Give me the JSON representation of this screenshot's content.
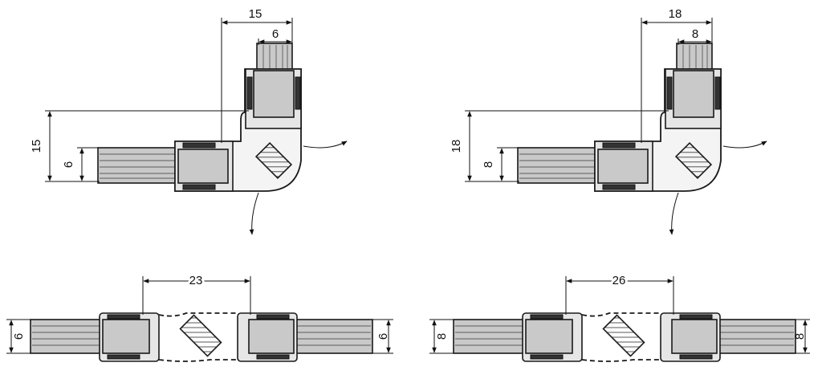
{
  "diagrams": [
    {
      "id": "corner-6",
      "width_label": "15",
      "gap_label": "6",
      "height_label": "15",
      "thick_label": "6"
    },
    {
      "id": "corner-8",
      "width_label": "18",
      "gap_label": "8",
      "height_label": "18",
      "thick_label": "8"
    },
    {
      "id": "straight-6",
      "span_label": "23",
      "left_thick_label": "6",
      "right_thick_label": "6"
    },
    {
      "id": "straight-8",
      "span_label": "26",
      "left_thick_label": "8",
      "right_thick_label": "8"
    }
  ]
}
